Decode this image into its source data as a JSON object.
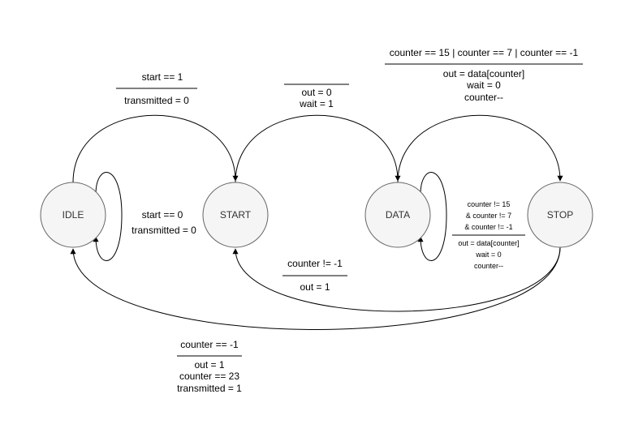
{
  "states": {
    "idle": "IDLE",
    "start": "START",
    "data": "DATA",
    "stop": "STOP"
  },
  "transitions": {
    "idle_to_start": {
      "condition": "start == 1",
      "actions": [
        "transmitted = 0"
      ]
    },
    "idle_self": {
      "condition": "start == 0",
      "actions": [
        "transmitted = 0"
      ]
    },
    "start_to_data": {
      "condition": "",
      "actions": [
        "out = 0",
        "wait = 1"
      ]
    },
    "data_to_stop": {
      "condition": "counter == 15 | counter == 7 | counter == -1",
      "actions": [
        "out = data[counter]",
        "wait = 0",
        "counter--"
      ]
    },
    "data_self": {
      "condition": [
        "counter != 15",
        "& counter != 7",
        "& counter != -1"
      ],
      "actions": [
        "out = data[counter]",
        "wait = 0",
        "counter--"
      ]
    },
    "stop_to_start": {
      "condition": "counter != -1",
      "actions": [
        "out = 1"
      ]
    },
    "stop_to_idle": {
      "condition": "counter == -1",
      "actions": [
        "out = 1",
        "counter == 23",
        "transmitted = 1"
      ]
    }
  }
}
